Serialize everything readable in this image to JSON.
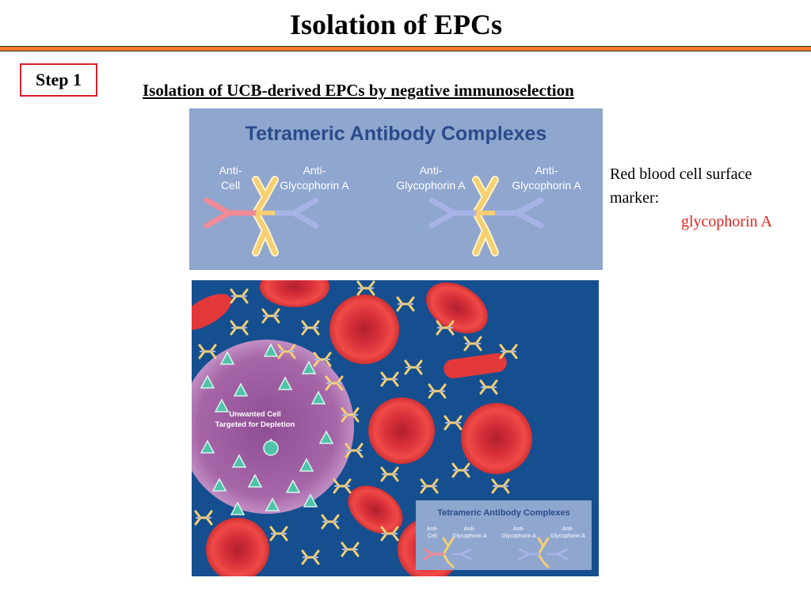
{
  "slide": {
    "title": "Isolation of EPCs",
    "step_label": "Step 1",
    "subtitle": "Isolation of UCB-derived EPCs by negative immunoselection"
  },
  "note": {
    "line1": "Red blood cell surface",
    "line2": "marker:",
    "marker": "glycophorin A"
  },
  "diagram_top": {
    "heading": "Tetrameric Antibody Complexes",
    "label_anti_cell_1": "Anti-",
    "label_anti_cell_2": "Cell",
    "label_glyco_1": "Anti-",
    "label_glyco_2": "Glycophorin A"
  },
  "diagram_bottom": {
    "cell_label_1": "Unwanted Cell",
    "cell_label_2": "Targeted for Depletion",
    "inset_heading": "Tetrameric Antibody Complexes",
    "inset_anti_cell_1": "Anti-",
    "inset_anti_cell_2": "Cell",
    "inset_glyco_1": "Anti-",
    "inset_glyco_2": "Glycophorin A"
  },
  "colors": {
    "accent_rule": "#f07a26",
    "step_border": "#d8202a",
    "marker_text": "#e0231e",
    "panel_top_bg": "#8fa6cf",
    "panel_bottom_bg": "#154f8f",
    "antibody_yellow": "#f6cf72",
    "antibody_pink": "#f08a96",
    "antibody_blue": "#a7b3e6",
    "rbc_red": "#e3383a",
    "unwanted_cell": "#a766a8"
  }
}
